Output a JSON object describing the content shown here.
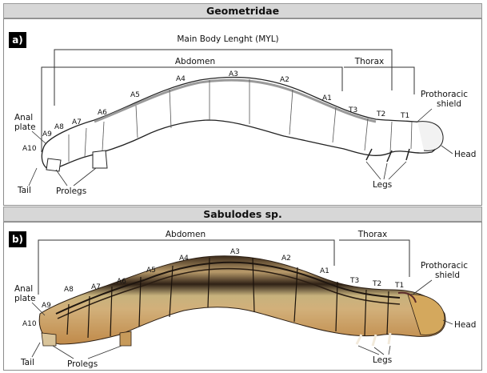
{
  "panel_a": {
    "header": "Geometridae",
    "letter": "a)",
    "myl_label": "Main Body Lenght (MYL)",
    "abdomen": "Abdomen",
    "thorax": "Thorax",
    "segments_abdomen": [
      "A10",
      "A9",
      "A8",
      "A7",
      "A6",
      "A5",
      "A4",
      "A3",
      "A2",
      "A1"
    ],
    "segments_thorax": [
      "T3",
      "T2",
      "T1"
    ],
    "anal_plate": [
      "Anal",
      "plate"
    ],
    "prothoracic_shield": [
      "Prothoracic",
      "shield"
    ],
    "head": "Head",
    "tail": "Tail",
    "prolegs": "Prolegs",
    "legs": "Legs"
  },
  "panel_b": {
    "header": "Sabulodes sp.",
    "letter": "b)",
    "abdomen": "Abdomen",
    "thorax": "Thorax",
    "segments_abdomen": [
      "A10",
      "A9",
      "A8",
      "A7",
      "A6",
      "A5",
      "A4",
      "A3",
      "A2",
      "A1"
    ],
    "segments_thorax": [
      "T3",
      "T2",
      "T1"
    ],
    "anal_plate": [
      "Anal",
      "plate"
    ],
    "prothoracic_shield": [
      "Prothoracic",
      "shield"
    ],
    "head": "Head",
    "tail": "Tail",
    "prolegs": "Prolegs",
    "legs": "Legs"
  },
  "colors": {
    "header_bg": "#d7d7d7",
    "larva_outline": "#222222",
    "larva_fill_a": "#ffffff",
    "larva_fill_b": "#c9a064",
    "larva_stripe_b": "#3a2a1c"
  }
}
